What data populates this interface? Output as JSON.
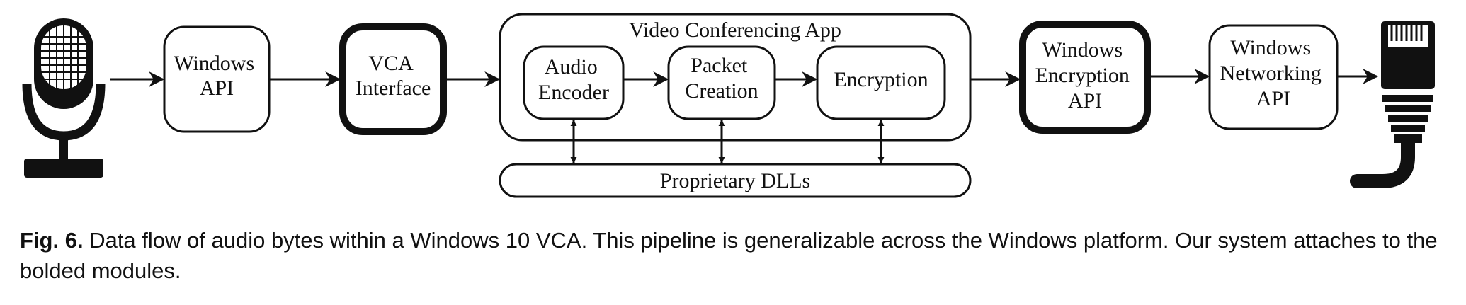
{
  "diagram": {
    "nodes": {
      "windows_api": [
        "Windows",
        "API"
      ],
      "vca_interface": [
        "VCA",
        "Interface"
      ],
      "app_container": "Video Conferencing App",
      "audio_encoder": [
        "Audio",
        "Encoder"
      ],
      "packet_creation": [
        "Packet",
        "Creation"
      ],
      "encryption": "Encryption",
      "windows_encryption_api": [
        "Windows",
        "Encryption",
        "API"
      ],
      "windows_networking_api": [
        "Windows",
        "Networking",
        "API"
      ],
      "proprietary_dlls": "Proprietary DLLs"
    },
    "icons": [
      "microphone-icon",
      "ethernet-cable-icon"
    ],
    "bolded_modules": [
      "vca_interface",
      "windows_encryption_api"
    ]
  },
  "caption": {
    "label": "Fig. 6.",
    "text": " Data flow of audio bytes within a Windows 10 VCA. This pipeline is generalizable across the Windows platform. Our system attaches to the bolded modules."
  }
}
